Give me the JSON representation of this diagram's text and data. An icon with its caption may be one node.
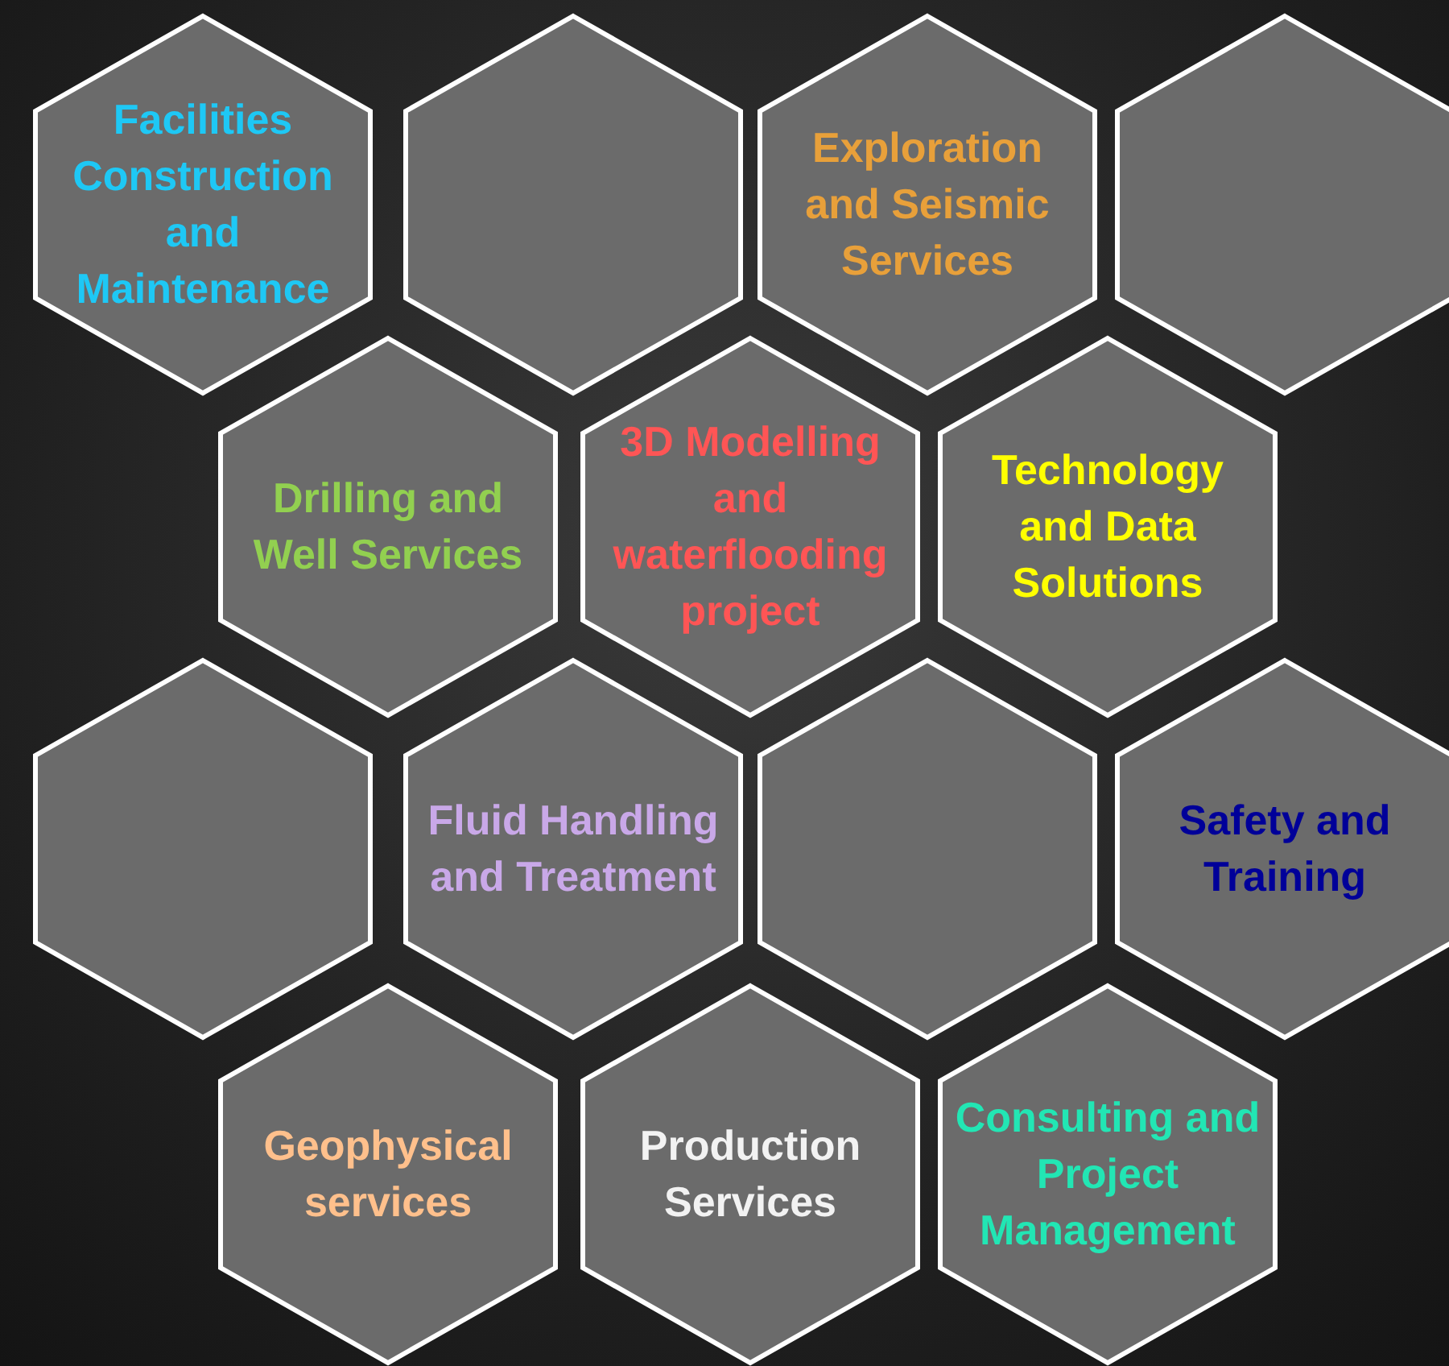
{
  "diagram": {
    "nodes": [
      {
        "text": [
          "Facilities Construction and Maintenance"
        ]
      },
      {
        "text": [],
        "shape": "hexagon"
      },
      {
        "text": [
          "Exploration and Seismic Services"
        ]
      },
      {
        "text": [],
        "shape": "hexagon"
      },
      {
        "text": [
          "Drilling and Well Services"
        ]
      },
      {
        "text": [
          "3D Modelling and waterflooding project"
        ]
      },
      {
        "text": [
          "Technology and Data Solutions"
        ]
      },
      {
        "text": [],
        "shape": "hexagon"
      },
      {
        "text": [
          "Fluid Handling and Treatment"
        ]
      },
      {
        "text": [],
        "shape": "hexagon"
      },
      {
        "text": [
          "Safety and Training"
        ]
      },
      {
        "text": [
          "Geophysical services"
        ]
      },
      {
        "text": [
          "Production Services"
        ]
      },
      {
        "text": [
          "Consulting and Project Management"
        ]
      }
    ]
  }
}
